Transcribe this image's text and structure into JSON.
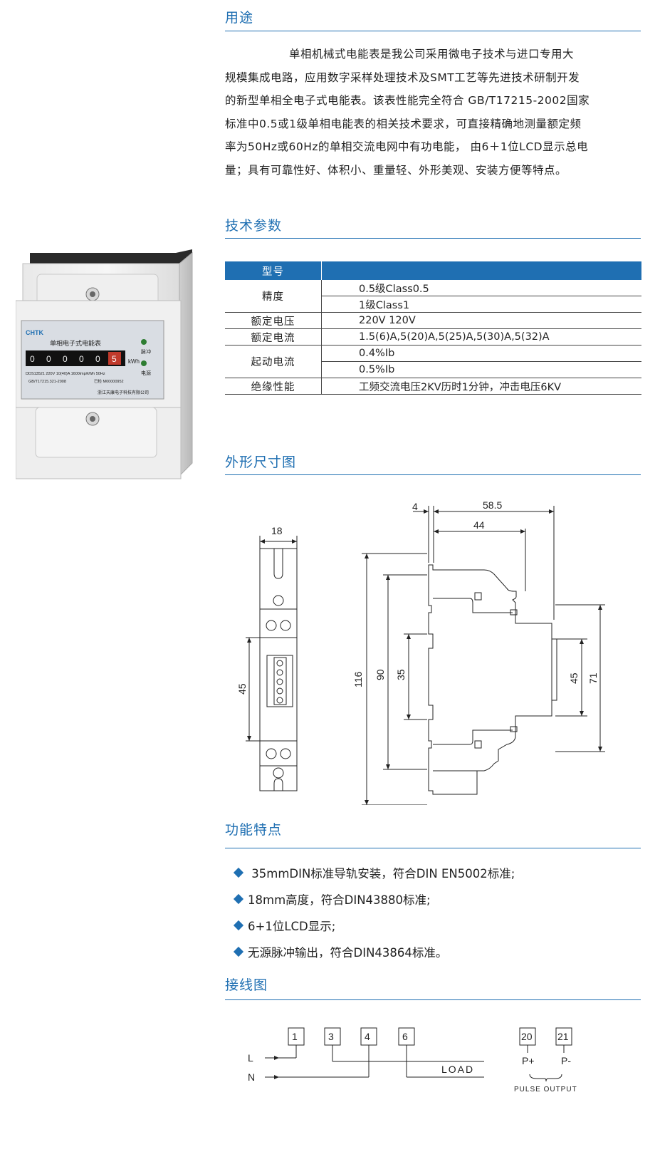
{
  "usage": {
    "title": "用途",
    "lines": [
      "单相机械式电能表是我公司采用微电子技术与进口专用大",
      "规模集成电路，应用数字采样处理技术及SMT工艺等先进技术研制开发",
      "的新型单相全电子式电能表。该表性能完全符合 GB/T17215-2002国家",
      "标准中0.5或1级单相电能表的相关技术要求，可直接精确地测量额定频",
      "率为50Hz或60Hz的单相交流电网中有功电能，  由6＋1位LCD显示总电",
      "量；具有可靠性好、体积小、重量轻、外形美观、安装方便等特点。"
    ]
  },
  "specs": {
    "title": "技术参数",
    "header": "型号",
    "rows": [
      {
        "label": "精度",
        "values": [
          "0.5级Class0.5",
          "1级Class1"
        ]
      },
      {
        "label": "额定电压",
        "values": [
          "220V 120V"
        ]
      },
      {
        "label": "额定电流",
        "values": [
          "1.5(6)A,5(20)A,5(25)A,5(30)A,5(32)A"
        ]
      },
      {
        "label": "起动电流",
        "values": [
          "0.4%Ib",
          "0.5%Ib"
        ]
      },
      {
        "label": "绝缘性能",
        "values": [
          "工频交流电压2KV历时1分钟，冲击电压6KV"
        ]
      }
    ]
  },
  "device": {
    "brand": "CHTK",
    "panel_title": "单相电子式电能表",
    "unit": "kWh",
    "reading": [
      "0",
      "0",
      "0",
      "0",
      "0",
      "5"
    ],
    "spec_line": "DDS13521 220V   10(40)A   1600imp/kWh   50Hz",
    "standard_line": "GB/T17215.321-2008",
    "serial_line": "已检 M00000952",
    "maker": "浙江天康电子科技有限公司",
    "pulse_label": "脉冲",
    "power_label": "电源"
  },
  "dimensions": {
    "title": "外形尺寸图",
    "width_front": "18",
    "height_front": "45",
    "depth_total": "58.5",
    "depth_body": "44",
    "offset": "4",
    "h116": "116",
    "h90": "90",
    "h35": "35",
    "h45": "45",
    "h71": "71"
  },
  "features": {
    "title": "功能特点",
    "items": [
      " 35mmDIN标准导轨安装，符合DIN  EN5002标准;",
      "18mm高度，符合DIN43880标准;",
      "6+1位LCD显示;",
      "无源脉冲输出，符合DIN43864标准。"
    ]
  },
  "wiring": {
    "title": "接线图",
    "terminals": [
      "1",
      "3",
      "4",
      "6"
    ],
    "pulse_terminals": [
      "20",
      "21"
    ],
    "L": "L",
    "N": "N",
    "load": "LOAD",
    "p_plus": "P+",
    "p_minus": "P-",
    "pulse_output": "PULSE OUTPUT"
  },
  "colors": {
    "accent": "#1f6fb2"
  }
}
